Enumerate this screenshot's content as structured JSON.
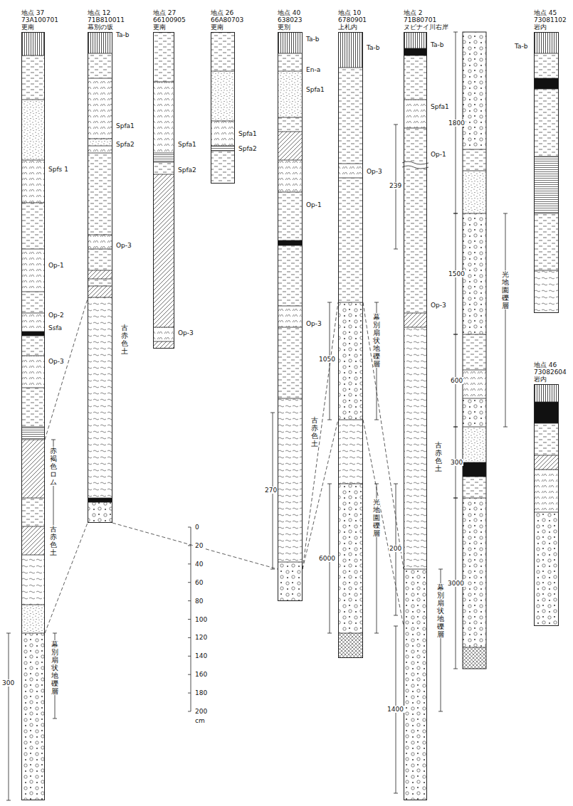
{
  "diagram": {
    "nodes": [
      {
        "text": [
          "地点 37",
          "73A100701",
          "更南"
        ]
      },
      {
        "text": [
          "地点 12",
          "71B810011",
          "幕別の坂"
        ]
      },
      {
        "text": [
          "地点 27",
          "66100905",
          "更南"
        ]
      },
      {
        "text": [
          "地点 26",
          "66A80703",
          "更南"
        ]
      },
      {
        "text": [
          "地点 40",
          "638023",
          "更別"
        ]
      },
      {
        "text": [
          "地点 10",
          "6780901",
          "上札内"
        ]
      },
      {
        "text": [
          "地点 2",
          "71B80701",
          "ヌビナイ川右岸"
        ]
      },
      {
        "text": [
          "地点 45",
          "73081102",
          "岩内"
        ]
      },
      {
        "text": [
          "地点 46",
          "73082604",
          "岩内"
        ]
      }
    ],
    "edges": [
      {
        "from": 0,
        "to": 1,
        "arrow": "none"
      },
      {
        "from": 0,
        "to": 1,
        "arrow": "none"
      },
      {
        "from": 1,
        "to": 4,
        "arrow": "none"
      },
      {
        "from": 4,
        "to": 5,
        "arrow": "none"
      },
      {
        "from": 4,
        "to": 5,
        "arrow": "none"
      },
      {
        "from": 5,
        "to": 6,
        "arrow": "none"
      },
      {
        "from": 5,
        "to": 6,
        "arrow": "none"
      }
    ],
    "labels": [
      "Spfs 1",
      "Op-1",
      "Op-2",
      "Ssfa",
      "Op-3",
      "赤褐色ロム",
      "古赤色土",
      "幕別扇状地礫層",
      "300",
      "Ta-b",
      "Spfa1",
      "Spfa2",
      "Op-3",
      "古赤色土",
      "Spfa1",
      "Spfa2",
      "Op-3",
      "Spfa1",
      "Spfa2",
      "Ta-b",
      "En-a",
      "Spfa1",
      "Op-1",
      "Op-3",
      "古赤色土",
      "270",
      "Ta-b",
      "Op-3",
      "幕別扇状地礫層",
      "光地園礫層",
      "1050",
      "6000",
      "Ta-b",
      "Spfa1",
      "Op-1",
      "Op-3",
      "古赤色土",
      "幕別扇状地礫層",
      "239",
      "200",
      "1400",
      "1800",
      "1500",
      "600",
      "300",
      "3000",
      "光地園礫層",
      "Ta-b",
      "0",
      "20",
      "40",
      "60",
      "80",
      "100",
      "120",
      "140",
      "160",
      "180",
      "200",
      "cm"
    ]
  }
}
